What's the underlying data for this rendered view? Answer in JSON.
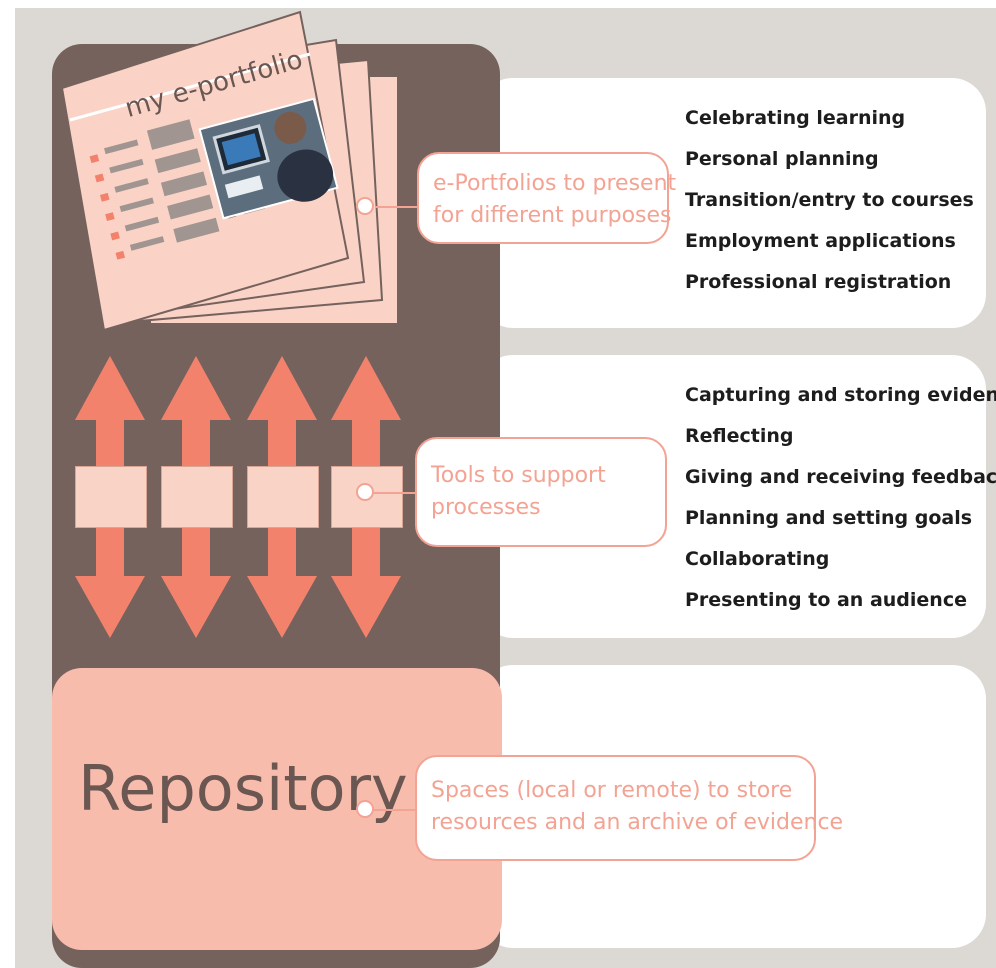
{
  "portfolio": {
    "header_text": "my e-portfolio"
  },
  "repository": {
    "title": "Repository"
  },
  "callouts": {
    "portfolios": [
      "e-Portfolios to present",
      "for different purposes"
    ],
    "tools": [
      "Tools to support",
      "processes"
    ],
    "repository": [
      "Spaces (local or remote) to store",
      "resources and an archive of evidence"
    ]
  },
  "lists": {
    "purposes": [
      "Celebrating learning",
      "Personal planning",
      "Transition/entry to courses",
      "Employment applications",
      "Professional registration"
    ],
    "processes": [
      "Capturing and storing evidence",
      "Reflecting",
      "Giving and receiving feedback",
      "Planning and setting goals",
      "Collaborating",
      "Presenting to an audience"
    ]
  },
  "colors": {
    "background": "#dcd8d3",
    "column": "#75625d",
    "salmon": "#f3826d",
    "pale_salmon": "#f8bcad",
    "callout_text": "#f3a393",
    "list_text": "#1d1d1d"
  },
  "icons": {
    "arrows": "double-headed-arrow",
    "photo": "person-at-computer"
  }
}
